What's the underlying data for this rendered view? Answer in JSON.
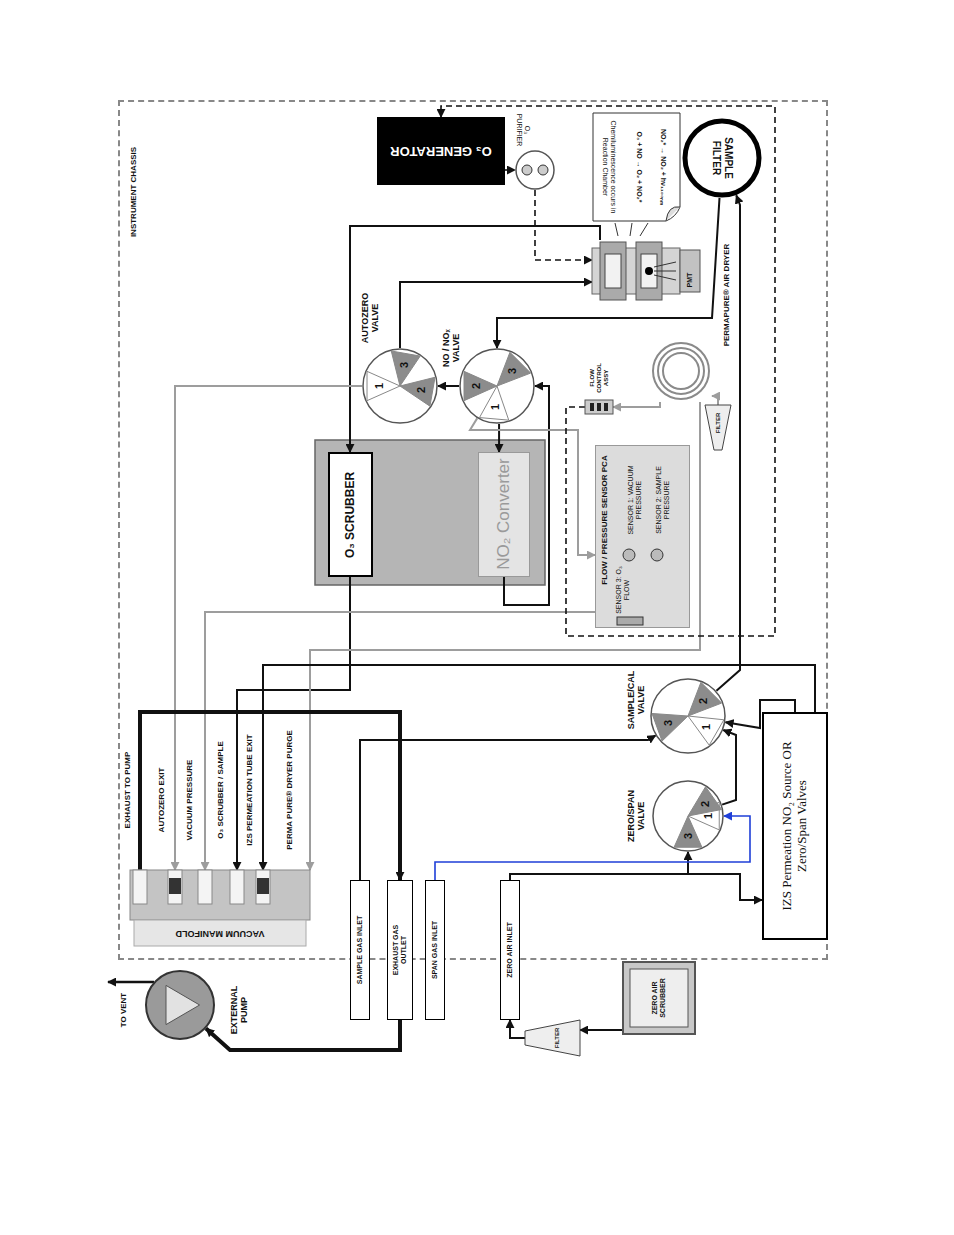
{
  "diagram": {
    "nodes": [
      {
        "text": [
          "INSTRUMENT CHASSIS"
        ]
      },
      {
        "text": [
          "O₃ GENERATOR"
        ],
        "in": 0
      },
      {
        "text": [
          "O₃ PURIFIER"
        ],
        "in": 0
      },
      {
        "text": [
          "Chemiluminescence occurs in Reaction Chamber",
          "O₃ + NO → O₂ + NO₂*",
          "NO₂* → NO₂ + hν₁₁₀₀ₙₘ"
        ],
        "in": 0
      },
      {
        "text": [
          "SAMPLE FILTER"
        ],
        "in": 0
      },
      {
        "text": [
          "PMT"
        ],
        "in": 0
      },
      {
        "text": [
          "AUTOZERO VALVE",
          "1",
          "2",
          "3"
        ],
        "in": 0
      },
      {
        "text": [
          "NO / NOₓ VALVE",
          "1",
          "2",
          "3"
        ],
        "in": 0
      },
      {
        "text": [
          "O₃ SCRUBBER"
        ],
        "in": 0
      },
      {
        "text": [
          "NO₂ Converter"
        ],
        "in": 0
      },
      {
        "text": [
          "FLOW / PRESSURE SENSOR PCA",
          "SENSOR 1: VACUUM PRESSURE",
          "SENSOR 2: SAMPLE PRESSURE",
          "SENSOR 3: O₃ FLOW"
        ],
        "in": 0
      },
      {
        "text": [
          "FLOW CONTROL ASSY"
        ],
        "in": 0
      },
      {
        "text": [
          "PERMAPURE® AIR DRYER"
        ],
        "in": 0
      },
      {
        "text": [
          "FILTER"
        ],
        "in": 0
      },
      {
        "text": [
          "SAMPLE/CAL VALVE",
          "1",
          "2",
          "3"
        ],
        "in": 0
      },
      {
        "text": [
          "ZERO/SPAN VALVE",
          "1",
          "2",
          "3"
        ],
        "in": 0
      },
      {
        "text": [
          "IZS Permeation NO₂ Source OR Zero/Span Valves"
        ],
        "in": 0
      },
      {
        "text": [
          "VACUUM MANIFOLD"
        ],
        "in": 0
      },
      {
        "text": [
          "SAMPLE GAS INLET"
        ]
      },
      {
        "text": [
          "EXHAUST GAS OUTLET"
        ]
      },
      {
        "text": [
          "SPAN GAS INLET"
        ]
      },
      {
        "text": [
          "ZERO AIR INLET"
        ]
      },
      {
        "text": [
          "EXTERNAL PUMP"
        ]
      },
      {
        "text": [
          "FILTER"
        ]
      },
      {
        "text": [
          "ZERO AIR SCRUBBER"
        ]
      }
    ],
    "edges": [
      {
        "from": 18,
        "to": 14,
        "arrow": "to"
      },
      {
        "from": 21,
        "to": 15,
        "arrow": "to"
      },
      {
        "from": 21,
        "to": 16,
        "arrow": "to"
      },
      {
        "from": 20,
        "to": 15,
        "arrow": "to"
      },
      {
        "from": 15,
        "to": 14,
        "arrow": "to"
      },
      {
        "from": 16,
        "to": 14,
        "arrow": "to"
      },
      {
        "from": 14,
        "to": 4,
        "arrow": "to"
      },
      {
        "from": 4,
        "to": 7,
        "arrow": "to"
      },
      {
        "from": 7,
        "to": 9,
        "arrow": "to"
      },
      {
        "from": 9,
        "to": 7,
        "arrow": "to"
      },
      {
        "from": 7,
        "to": 6,
        "arrow": "to"
      },
      {
        "from": 6,
        "to": 5,
        "arrow": "to"
      },
      {
        "from": 5,
        "to": 8,
        "arrow": "to"
      },
      {
        "from": 8,
        "to": 17,
        "arrow": "to"
      },
      {
        "from": 6,
        "to": 17,
        "arrow": "to"
      },
      {
        "from": 10,
        "to": 17,
        "arrow": "to"
      },
      {
        "from": 7,
        "to": 10,
        "arrow": "to"
      },
      {
        "from": 12,
        "to": 17,
        "arrow": "to"
      },
      {
        "from": 16,
        "to": 17,
        "arrow": "to"
      },
      {
        "from": 17,
        "to": 19,
        "arrow": "to"
      },
      {
        "from": 19,
        "to": 22,
        "arrow": "to"
      },
      {
        "from": 24,
        "to": 23,
        "arrow": "to"
      },
      {
        "from": 23,
        "to": 21,
        "arrow": "to"
      },
      {
        "from": 13,
        "to": 12,
        "arrow": "to"
      },
      {
        "from": 12,
        "to": 11,
        "arrow": "to"
      },
      {
        "from": 11,
        "to": 1,
        "arrow": "to"
      },
      {
        "from": 1,
        "to": 2,
        "arrow": "to"
      },
      {
        "from": 2,
        "to": 5,
        "arrow": "to"
      }
    ],
    "labels": [
      "TO VENT",
      "EXHAUST TO PUMP",
      "AUTOZERO EXIT",
      "VACUUM PRESSURE",
      "O₃ SCRUBBER / SAMPLE",
      "IZS PERMEATION TUBE EXIT",
      "PERMA PURE® DRYER PURGE"
    ]
  }
}
